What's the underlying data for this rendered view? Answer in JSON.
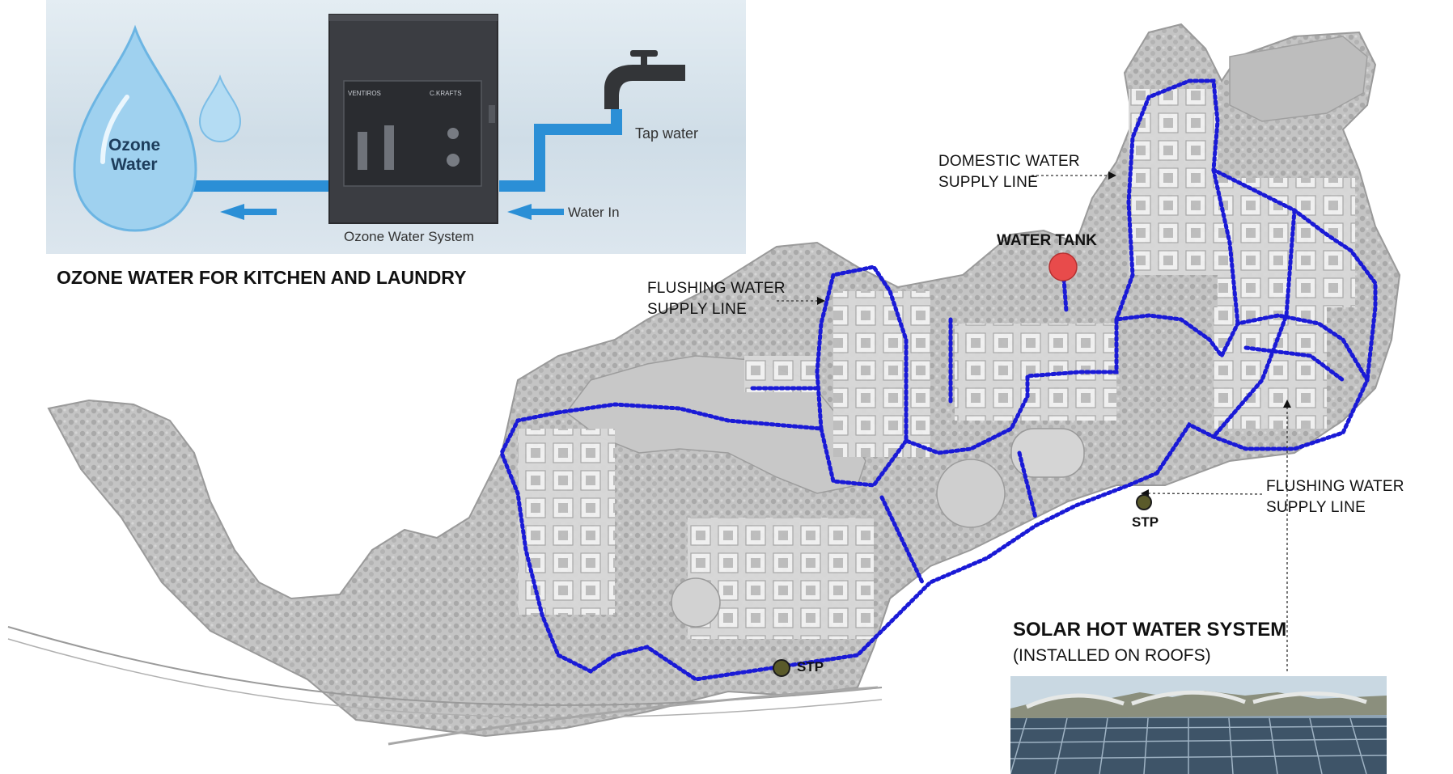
{
  "ozone_panel": {
    "drop_label_line1": "Ozone",
    "drop_label_line2": "Water",
    "tap_label": "Tap water",
    "water_in_label": "Water In",
    "system_caption": "Ozone Water System",
    "device_brand_left": "VENTIROS",
    "device_brand_right": "C.KRAFTS"
  },
  "ozone_title": "OZONE WATER FOR KITCHEN AND LAUNDRY",
  "domestic_label": {
    "line1": "DOMESTIC WATER",
    "line2": "SUPPLY LINE"
  },
  "flushing_label_left": {
    "line1": "FLUSHING WATER",
    "line2": "SUPPLY LINE"
  },
  "flushing_label_right": {
    "line1": "FLUSHING WATER",
    "line2": "SUPPLY LINE"
  },
  "water_tank_label": "WATER TANK",
  "stp_labels": [
    "STP",
    "STP"
  ],
  "solar_title": "SOLAR HOT WATER SYSTEM",
  "solar_subtitle": "(INSTALLED ON ROOFS)",
  "colors": {
    "pipeline": "#1a1ad6",
    "tank": "#e84b4b",
    "stp": "#5a5a2a",
    "terrain": "#c9c9c9",
    "water_blue": "#2b8fd6"
  }
}
